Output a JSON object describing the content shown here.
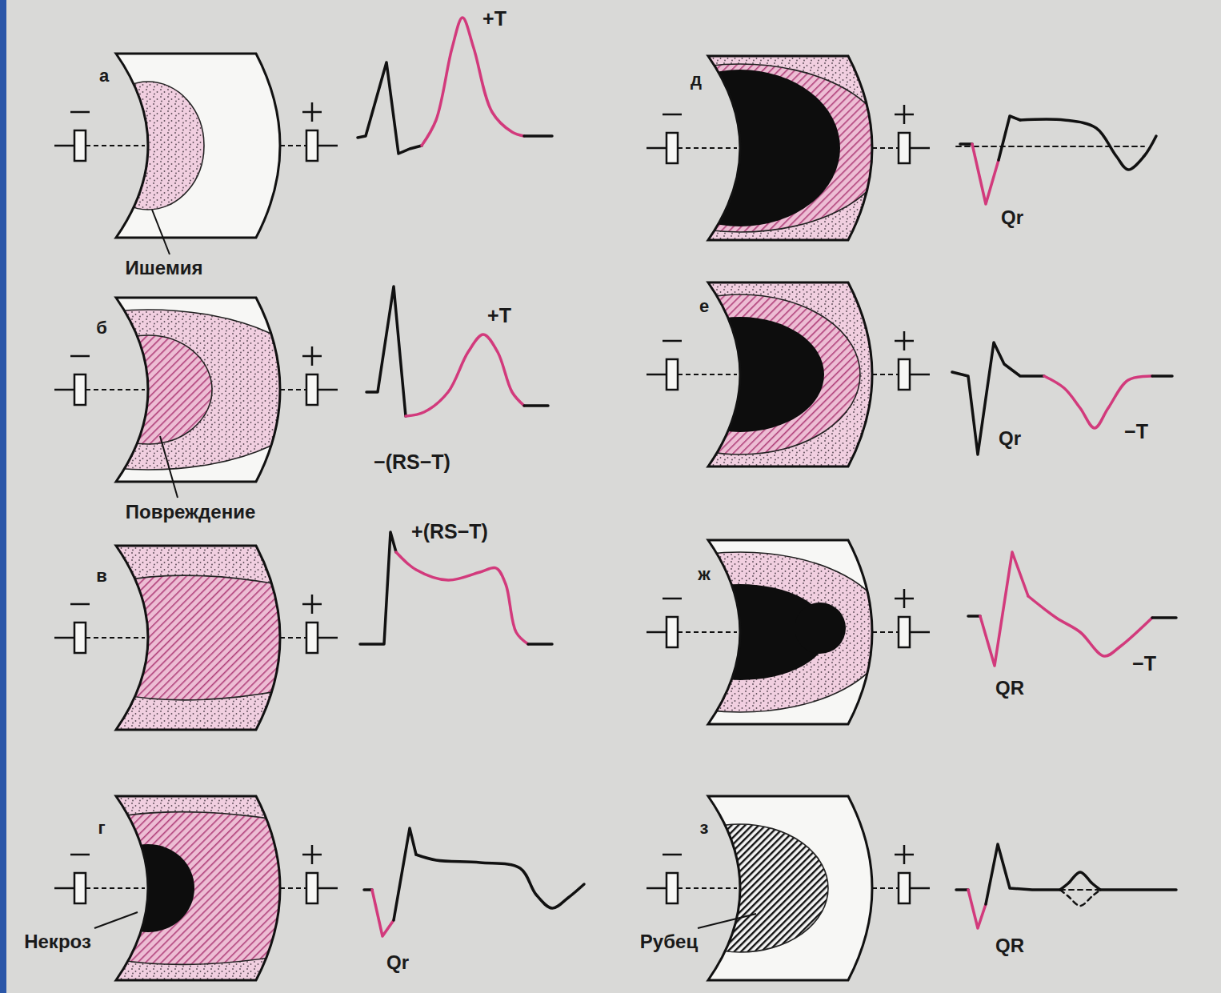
{
  "diagram": {
    "labels": [
      "а",
      "+T",
      "Ишемия",
      "б",
      "+T",
      "−(RS−T)",
      "Повреждение",
      "в",
      "+(RS−T)",
      "г",
      "Некроз",
      "Qr",
      "д",
      "Qr",
      "е",
      "Qr",
      "−T",
      "ж",
      "QR",
      "−T",
      "з",
      "Рубец",
      "QR"
    ]
  }
}
